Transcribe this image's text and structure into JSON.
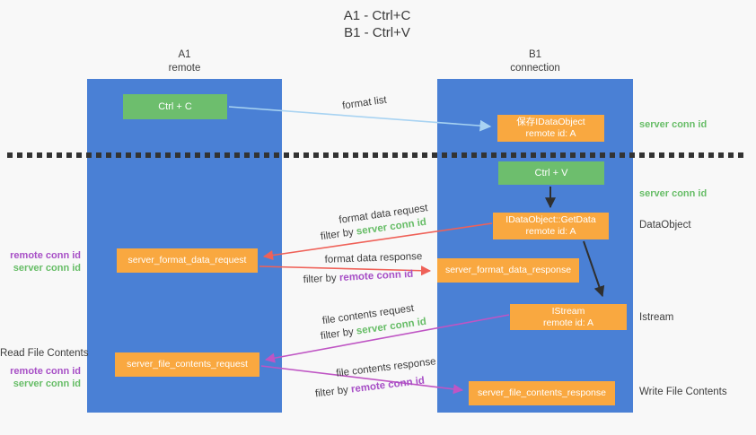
{
  "title": {
    "line1": "A1 - Ctrl+C",
    "line2": "B1 - Ctrl+V"
  },
  "lanes": {
    "a": {
      "name": "A1",
      "role": "remote"
    },
    "b": {
      "name": "B1",
      "role": "connection"
    }
  },
  "nodes": {
    "ctrl_c": {
      "label": "Ctrl + C"
    },
    "ctrl_v": {
      "label": "Ctrl + V"
    },
    "save_dataobject": {
      "line1": "保存IDataObject",
      "line2": "remote id: A"
    },
    "getdata": {
      "line1": "IDataObject::GetData",
      "line2": "remote id: A"
    },
    "istream": {
      "line1": "IStream",
      "line2": "remote id: A"
    },
    "format_request": {
      "label": "server_format_data_request"
    },
    "format_response": {
      "label": "server_format_data_response"
    },
    "file_request": {
      "label": "server_file_contents_request"
    },
    "file_response": {
      "label": "server_file_contents_response"
    }
  },
  "left_labels": {
    "format_remote_conn": "remote conn id",
    "format_server_conn": "server conn id",
    "read_file_contents": "Read File Contents",
    "file_remote_conn": "remote conn id",
    "file_server_conn": "server conn id"
  },
  "right_labels": {
    "server_conn_top": "server conn id",
    "server_conn_mid": "server conn id",
    "dataobject": "DataObject",
    "istream": "Istream",
    "write_file_contents": "Write File Contents"
  },
  "flow_labels": {
    "format_list": "format list",
    "format_data_request": "format data request",
    "format_data_response": "format data response",
    "file_contents_request": "file contents request",
    "file_contents_response": "file contents response",
    "filter_by": "filter by ",
    "server_conn_id": "server conn id",
    "remote_conn_id": "remote conn id"
  },
  "colors": {
    "lane_blue": "#4a80d5",
    "box_green": "#6dbe6d",
    "box_orange": "#f9a840",
    "arrow_blue": "#a8d3f2",
    "arrow_red": "#ef6158",
    "arrow_magenta": "#bf55c4",
    "arrow_black": "#2f2f2f",
    "text_green": "#67bd67",
    "text_purple": "#a74fc6",
    "text_dark": "#3d3d3d"
  }
}
